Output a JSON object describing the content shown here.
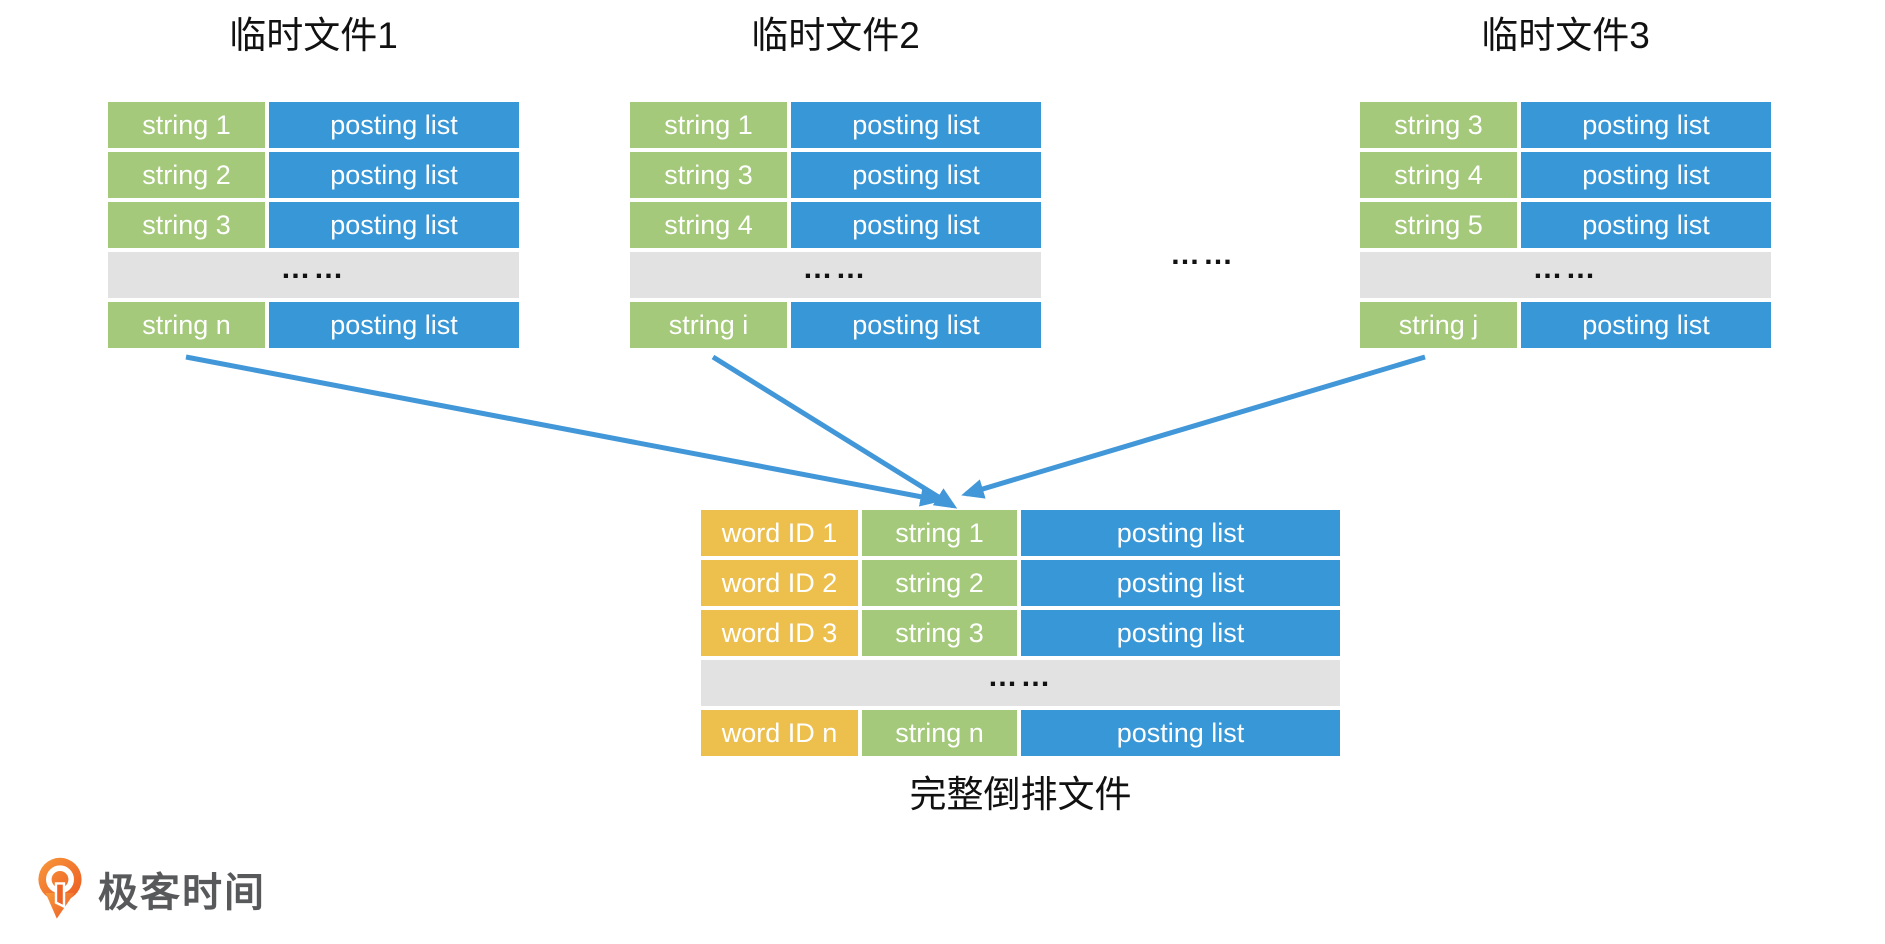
{
  "tables": [
    {
      "title": "临时文件1",
      "rows": [
        {
          "key": "string 1",
          "val": "posting list"
        },
        {
          "key": "string 2",
          "val": "posting list"
        },
        {
          "key": "string 3",
          "val": "posting list"
        },
        {
          "ellipsis": "……"
        },
        {
          "key": "string n",
          "val": "posting list"
        }
      ]
    },
    {
      "title": "临时文件2",
      "rows": [
        {
          "key": "string 1",
          "val": "posting list"
        },
        {
          "key": "string 3",
          "val": "posting list"
        },
        {
          "key": "string 4",
          "val": "posting list"
        },
        {
          "ellipsis": "……"
        },
        {
          "key": "string i",
          "val": "posting list"
        }
      ]
    },
    {
      "title": "临时文件3",
      "rows": [
        {
          "key": "string 3",
          "val": "posting list"
        },
        {
          "key": "string 4",
          "val": "posting list"
        },
        {
          "key": "string 5",
          "val": "posting list"
        },
        {
          "ellipsis": "……"
        },
        {
          "key": "string j",
          "val": "posting list"
        }
      ]
    }
  ],
  "separator": {
    "ellipsis": "……"
  },
  "merged": {
    "caption": "完整倒排文件",
    "rows": [
      {
        "id": "word ID 1",
        "key": "string 1",
        "val": "posting list"
      },
      {
        "id": "word ID 2",
        "key": "string 2",
        "val": "posting list"
      },
      {
        "id": "word ID 3",
        "key": "string 3",
        "val": "posting list"
      },
      {
        "ellipsis": "……"
      },
      {
        "id": "word ID n",
        "key": "string n",
        "val": "posting list"
      }
    ]
  },
  "logo": {
    "brand": "极客时间"
  },
  "colors": {
    "cell_green": "#a4c97a",
    "cell_blue": "#3897d6",
    "cell_yellow": "#edc04e",
    "row_gray": "#e2e2e2",
    "arrow_blue": "#4197d8",
    "logo_orange_light": "#f9993c",
    "logo_orange_dark": "#eb5a23",
    "logo_text_gray": "#58595b",
    "title_text": "#111111"
  }
}
